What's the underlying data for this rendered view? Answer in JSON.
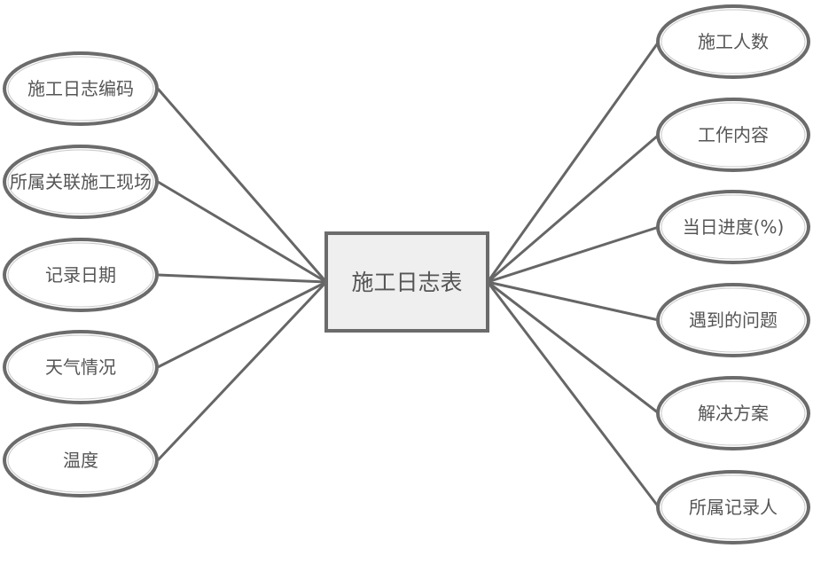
{
  "entity": {
    "label": "施工日志表"
  },
  "attributes_left": [
    {
      "label": "施工日志编码"
    },
    {
      "label": "所属关联施工现场"
    },
    {
      "label": "记录日期"
    },
    {
      "label": "天气情况"
    },
    {
      "label": "温度"
    }
  ],
  "attributes_right": [
    {
      "label": "施工人数"
    },
    {
      "label": "工作内容"
    },
    {
      "label": "当日进度(%)"
    },
    {
      "label": "遇到的问题"
    },
    {
      "label": "解决方案"
    },
    {
      "label": "所属记录人"
    }
  ],
  "colors": {
    "stroke": "#6b6b6b",
    "entity_fill": "#efefef",
    "text": "#555555"
  }
}
